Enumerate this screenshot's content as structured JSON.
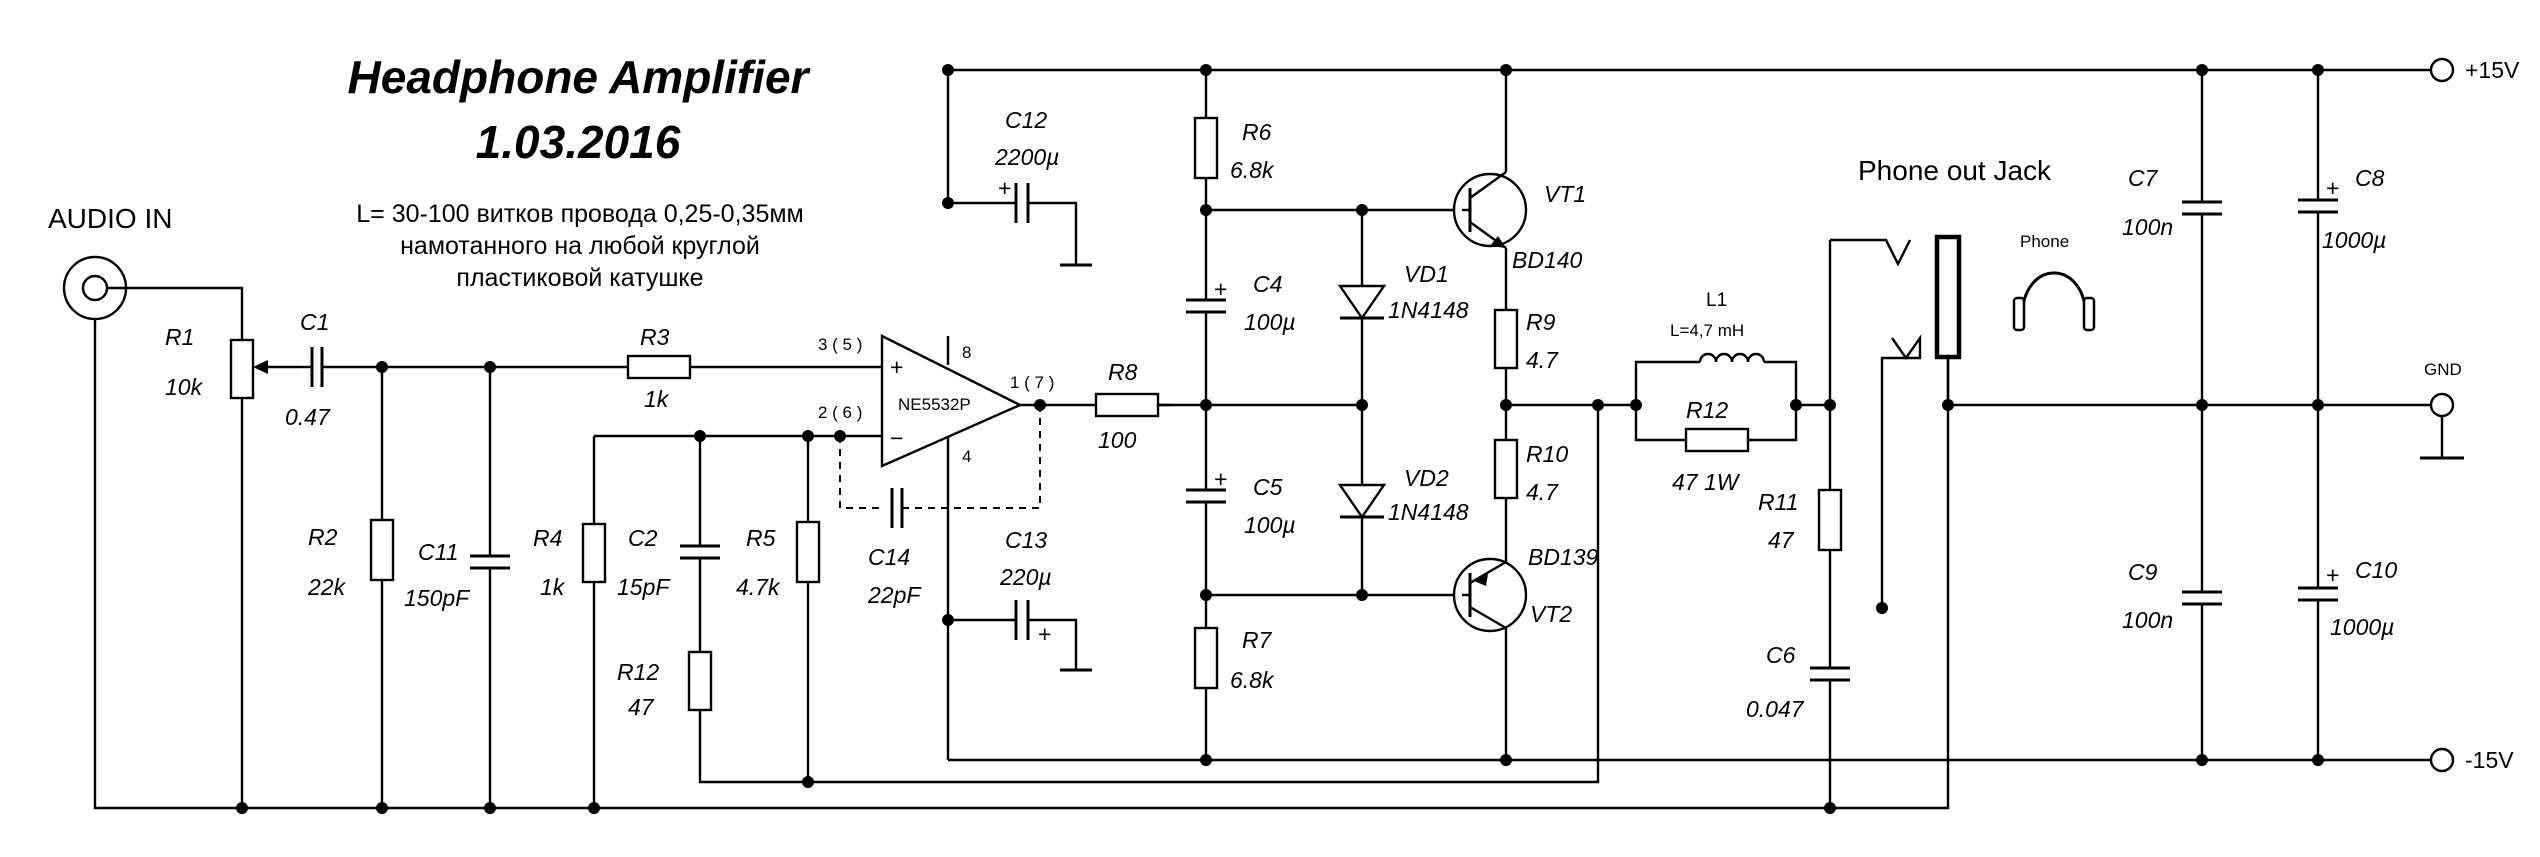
{
  "title": {
    "line1": "Headphone Amplifier",
    "line2": "1.03.2016"
  },
  "note": {
    "line1": "L= 30-100 витков провода 0,25-0,35мм",
    "line2": "намотанного на любой круглой",
    "line3": "пластиковой катушке"
  },
  "input_label": "AUDIO IN",
  "output_jack_label": "Phone out Jack",
  "phone_label": "Phone",
  "power": {
    "pos": "+15V",
    "neg": "-15V",
    "gnd": "GND"
  },
  "opamp": {
    "name": "NE5532P",
    "pin_noninv": "3 ( 5 )",
    "pin_inv": "2 ( 6 )",
    "pin_out": "1 ( 7 )",
    "pin_vplus": "8",
    "pin_vminus": "4",
    "sign_plus": "+",
    "sign_minus": "−"
  },
  "components": {
    "R1": {
      "name": "R1",
      "value": "10k"
    },
    "C1": {
      "name": "C1",
      "value": "0.47"
    },
    "R2": {
      "name": "R2",
      "value": "22k"
    },
    "C11": {
      "name": "C11",
      "value": "150pF"
    },
    "R3": {
      "name": "R3",
      "value": "1k"
    },
    "R4": {
      "name": "R4",
      "value": "1k"
    },
    "C2": {
      "name": "C2",
      "value": "15pF"
    },
    "R12a": {
      "name": "R12",
      "value": "47"
    },
    "R5": {
      "name": "R5",
      "value": "4.7k"
    },
    "C14": {
      "name": "C14",
      "value": "22pF"
    },
    "C12": {
      "name": "C12",
      "value": "2200µ"
    },
    "C13": {
      "name": "C13",
      "value": "220µ"
    },
    "R8": {
      "name": "R8",
      "value": "100"
    },
    "R6": {
      "name": "R6",
      "value": "6.8k"
    },
    "C4": {
      "name": "C4",
      "value": "100µ"
    },
    "C5": {
      "name": "C5",
      "value": "100µ"
    },
    "R7": {
      "name": "R7",
      "value": "6.8k"
    },
    "VD1": {
      "name": "VD1",
      "value": "1N4148"
    },
    "VD2": {
      "name": "VD2",
      "value": "1N4148"
    },
    "VT1": {
      "name": "VT1",
      "value": "BD140"
    },
    "VT2": {
      "name": "VT2",
      "value": "BD139"
    },
    "R9": {
      "name": "R9",
      "value": "4.7"
    },
    "R10": {
      "name": "R10",
      "value": "4.7"
    },
    "L1": {
      "name": "L1",
      "value": "L=4,7 mH"
    },
    "R12b": {
      "name": "R12",
      "value": "47  1W"
    },
    "R11": {
      "name": "R11",
      "value": "47"
    },
    "C6": {
      "name": "C6",
      "value": "0.047"
    },
    "C7": {
      "name": "C7",
      "value": "100n"
    },
    "C8": {
      "name": "C8",
      "value": "1000µ"
    },
    "C9": {
      "name": "C9",
      "value": "100n"
    },
    "C10": {
      "name": "C10",
      "value": "1000µ"
    }
  },
  "polarity_mark": "+"
}
